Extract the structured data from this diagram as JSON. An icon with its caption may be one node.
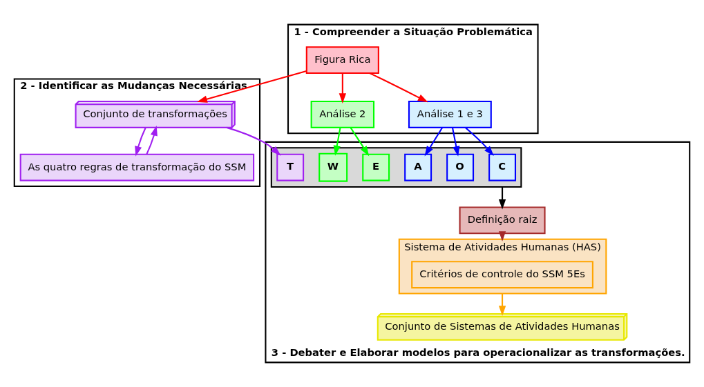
{
  "diagram": {
    "nodes": [
      {
        "text": [
          "1 - Compreender a Situação Problemática"
        ]
      },
      {
        "text": [
          "Figura Rica"
        ],
        "in": 0
      },
      {
        "text": [
          "Análise 1 e 3"
        ],
        "in": 0
      },
      {
        "text": [
          "Análise 2"
        ],
        "in": 0
      },
      {
        "text": [
          "2 - Identificar as Mudanças Necessárias"
        ]
      },
      {
        "text": [
          "Conjunto de transformações"
        ],
        "in": 4
      },
      {
        "text": [
          "As quatro regras de transformação do SSM"
        ],
        "in": 4
      },
      {
        "text": [
          "3 - Debater e Elaborar modelos para operacionalizar as transformações."
        ]
      },
      {
        "text": [],
        "shape": "box",
        "in": 7
      },
      {
        "text": [
          "C"
        ],
        "in": 8
      },
      {
        "text": [
          "A"
        ],
        "in": 8
      },
      {
        "text": [
          "T"
        ],
        "in": 8
      },
      {
        "text": [
          "W"
        ],
        "in": 8
      },
      {
        "text": [
          "O"
        ],
        "in": 8
      },
      {
        "text": [
          "E"
        ],
        "in": 8
      },
      {
        "text": [
          "Definição raiz"
        ],
        "in": 7
      },
      {
        "text": [
          "Sistema de Atividades Humanas (HAS)"
        ],
        "in": 7
      },
      {
        "text": [
          "Critérios de controle do SSM 5Es"
        ],
        "in": 16
      },
      {
        "text": [
          "Conjunto de Sistemas de Atividades Humanas"
        ],
        "in": 7
      }
    ],
    "edges": [
      {
        "from": 1,
        "to": 5,
        "arrow": "to",
        "color": "#ff0000"
      },
      {
        "from": 1,
        "to": 2,
        "arrow": "to",
        "color": "#ff0000"
      },
      {
        "from": 1,
        "to": 3,
        "arrow": "to",
        "color": "#ff0000"
      },
      {
        "from": 6,
        "to": 5,
        "arrow": "to",
        "color": "#a020f0"
      },
      {
        "from": 5,
        "to": 6,
        "arrow": "to",
        "color": "#a020f0"
      },
      {
        "from": 2,
        "to": 9,
        "arrow": "to",
        "color": "#0000ff"
      },
      {
        "from": 2,
        "to": 10,
        "arrow": "to",
        "color": "#0000ff"
      },
      {
        "from": 5,
        "to": 11,
        "arrow": "to",
        "color": "#a020f0"
      },
      {
        "from": 3,
        "to": 12,
        "arrow": "to",
        "color": "#00ff00"
      },
      {
        "from": 2,
        "to": 13,
        "arrow": "to",
        "color": "#0000ff"
      },
      {
        "from": 3,
        "to": 14,
        "arrow": "to",
        "color": "#00ff00"
      },
      {
        "from": 8,
        "to": 15,
        "arrow": "to",
        "color": "#000000"
      },
      {
        "from": 15,
        "to": 16,
        "arrow": "to",
        "color": "#a52a2a"
      },
      {
        "from": 16,
        "to": 18,
        "arrow": "to",
        "color": "#ffa500"
      }
    ]
  }
}
